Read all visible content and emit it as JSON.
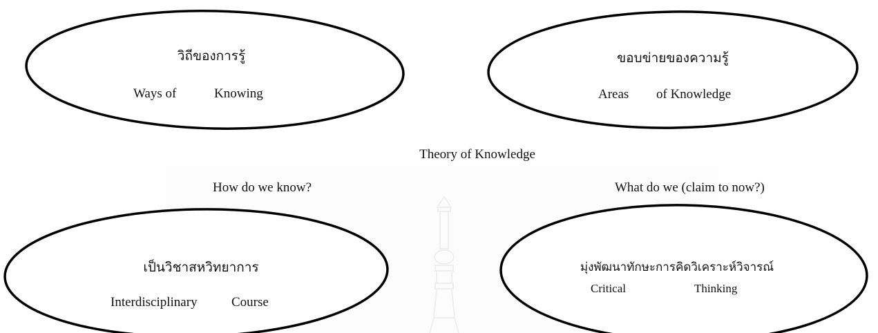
{
  "center_title": "Theory of Knowledge",
  "left_question": "How do we know?",
  "right_question": "What do we (claim to now?)",
  "ovals": {
    "top_left": {
      "thai": "วิถีของการรู้",
      "english_1": "Ways of",
      "english_2": "Knowing"
    },
    "top_right": {
      "thai": "ขอบข่ายของความรู้",
      "english_1": "Areas",
      "english_2": "of Knowledge"
    },
    "bottom_left": {
      "thai": "เป็นวิชาสหวิทยาการ",
      "english_1": "Interdisciplinary",
      "english_2": "Course"
    },
    "bottom_right": {
      "thai": "มุ่งพัฒนาทักษะการคิดวิเคราะห์วิจารณ์",
      "english_1": "Critical",
      "english_2": "Thinking"
    }
  },
  "colors": {
    "stroke": "#000000",
    "watermark": "#e6e6e6"
  }
}
